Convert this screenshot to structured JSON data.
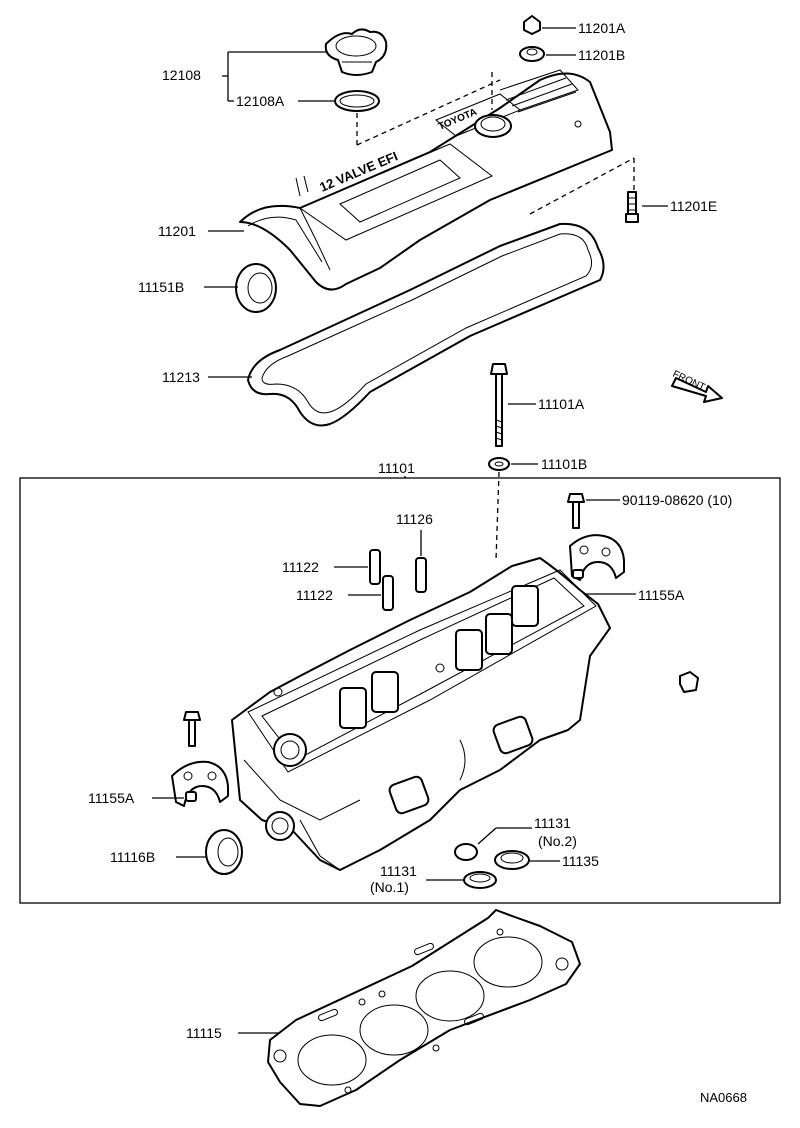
{
  "labels": {
    "p12108": "12108",
    "p12108A": "12108A",
    "p11201A": "11201A",
    "p11201B": "11201B",
    "p11201": "11201",
    "p11201E": "11201E",
    "p11151B": "11151B",
    "p11213": "11213",
    "p11101A": "11101A",
    "p11101B": "11101B",
    "p11101": "11101",
    "p11126": "11126",
    "p11122a": "11122",
    "p11122b": "11122",
    "p90119": "90119-08620 (10)",
    "p11155A_r": "11155A",
    "p11155A_l": "11155A",
    "p11116B": "11116B",
    "p11131_no2": "11131",
    "p11131_no2_sub": "(No.2)",
    "p11131_no1": "11131",
    "p11131_no1_sub": "(No.1)",
    "p11135": "11135",
    "p11115": "11115"
  },
  "front_label": "FRONT",
  "cover_text": {
    "line1": "12 VALVE EFI",
    "brand": "TOYOTA"
  },
  "drawing_code": "NA0668"
}
